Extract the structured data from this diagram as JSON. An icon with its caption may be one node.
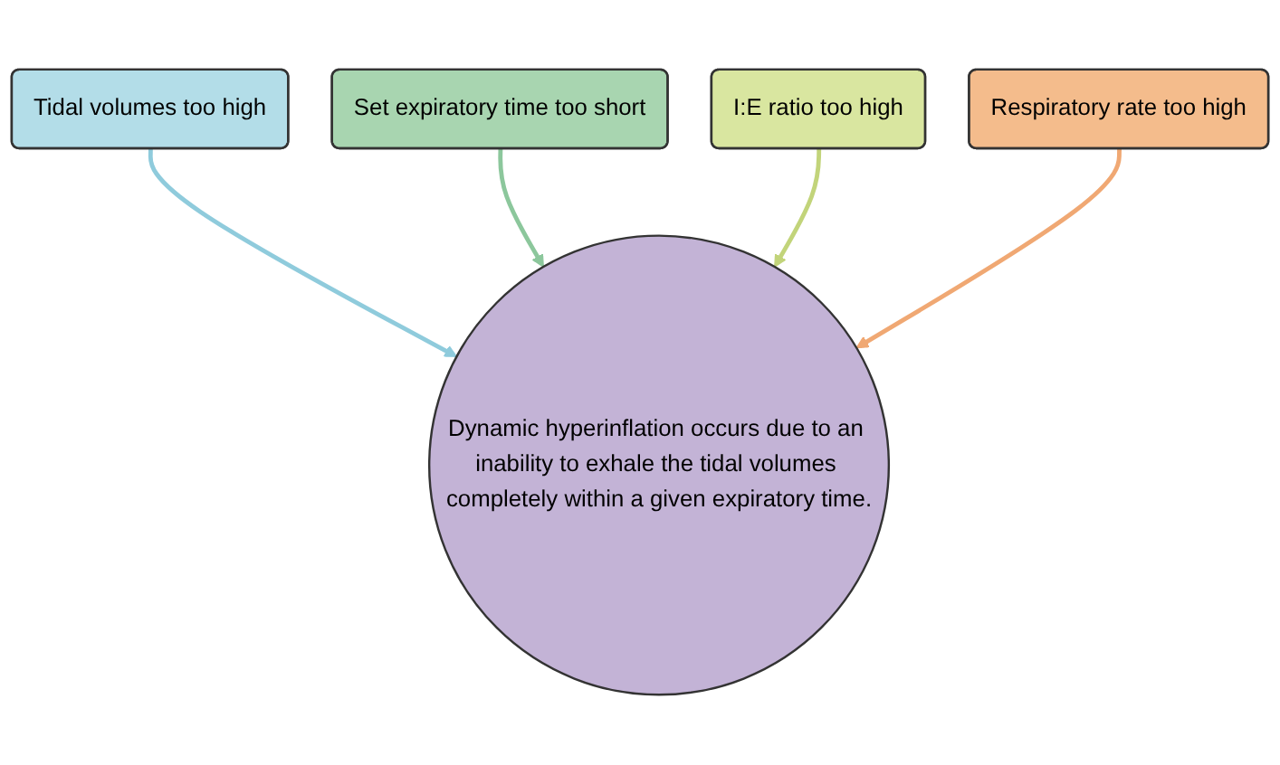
{
  "diagram": {
    "nodes": [
      {
        "text": [
          "Tidal volumes too high"
        ]
      },
      {
        "text": [
          "Set expiratory time too short"
        ]
      },
      {
        "text": [
          "I:E ratio too high"
        ]
      },
      {
        "text": [
          "Respiratory rate too high"
        ]
      },
      {
        "text": [
          "Dynamic hyperinflation occurs due to an inability to exhale the tidal volumes completely within a given expiratory time."
        ]
      }
    ],
    "edges": [
      {
        "from": 0,
        "to": 4,
        "arrow": "to",
        "color": "#8fcbdc"
      },
      {
        "from": 1,
        "to": 4,
        "arrow": "to",
        "color": "#8cc79c"
      },
      {
        "from": 2,
        "to": 4,
        "arrow": "to",
        "color": "#c2d47a"
      },
      {
        "from": 3,
        "to": 4,
        "arrow": "to",
        "color": "#f0a873"
      }
    ]
  }
}
